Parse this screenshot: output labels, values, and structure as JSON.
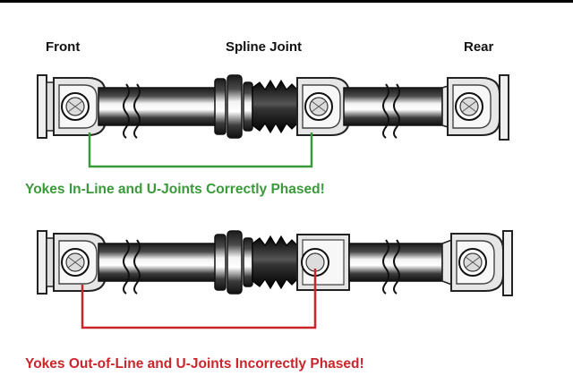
{
  "labels": {
    "front": "Front",
    "spline_joint": "Spline Joint",
    "rear": "Rear"
  },
  "captions": {
    "correct": "Yokes In-Line and U-Joints Correctly Phased!",
    "incorrect": "Yokes Out-of-Line and U-Joints Incorrectly Phased!"
  },
  "colors": {
    "correct": "#3a9a3a",
    "incorrect": "#c8262b",
    "metal_dark": "#222222",
    "metal_light": "#e6e6e6"
  },
  "diagrams": [
    {
      "name": "driveshaft-in-phase",
      "phase": "in-line"
    },
    {
      "name": "driveshaft-out-of-phase",
      "phase": "out-of-line"
    }
  ]
}
